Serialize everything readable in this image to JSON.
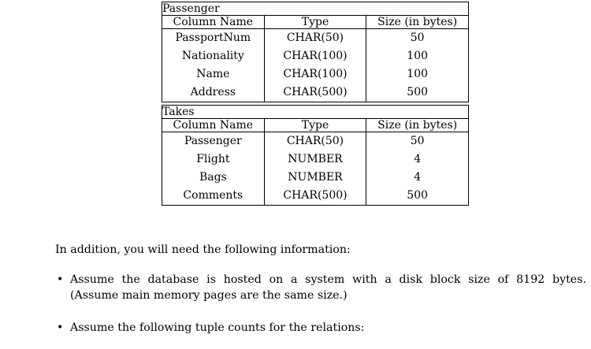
{
  "document": {
    "tables": [
      {
        "name": "Passenger",
        "headers": [
          "Column Name",
          "Type",
          "Size (in bytes)"
        ],
        "rows": [
          [
            "PassportNum",
            "CHAR(50)",
            "50"
          ],
          [
            "Nationality",
            "CHAR(100)",
            "100"
          ],
          [
            "Name",
            "CHAR(100)",
            "100"
          ],
          [
            "Address",
            "CHAR(500)",
            "500"
          ]
        ]
      },
      {
        "name": "Takes",
        "headers": [
          "Column Name",
          "Type",
          "Size (in bytes)"
        ],
        "rows": [
          [
            "Passenger",
            "CHAR(50)",
            "50"
          ],
          [
            "Flight",
            "NUMBER",
            "4"
          ],
          [
            "Bags",
            "NUMBER",
            "4"
          ],
          [
            "Comments",
            "CHAR(500)",
            "500"
          ]
        ]
      }
    ],
    "intro_line": "In addition, you will need the following information:",
    "bullets": [
      {
        "marker": "•",
        "line1": "Assume the database is hosted on a system with a disk block size of 8192 bytes.",
        "line2": "(Assume main memory pages are the same size.)"
      },
      {
        "marker": "•",
        "line1": "Assume the following tuple counts for the relations:",
        "line2": ""
      }
    ]
  },
  "t0": {
    "name": "Passenger",
    "h0": "Column Name",
    "h1": "Type",
    "h2": "Size (in bytes)",
    "names": "PassportNum\nNationality\nName\nAddress",
    "n0": "PassportNum",
    "n1": "Nationality",
    "n2": "Name",
    "n3": "Address",
    "y0": "CHAR(50)",
    "y1": "CHAR(100)",
    "y2": "CHAR(100)",
    "y3": "CHAR(500)",
    "s0": "50",
    "s1": "100",
    "s2": "100",
    "s3": "500"
  },
  "t1": {
    "name": "Takes",
    "h0": "Column Name",
    "h1": "Type",
    "h2": "Size (in bytes)",
    "n0": "Passenger",
    "n1": "Flight",
    "n2": "Bags",
    "n3": "Comments",
    "y0": "CHAR(50)",
    "y1": "NUMBER",
    "y2": "NUMBER",
    "y3": "CHAR(500)",
    "s0": "50",
    "s1": "4",
    "s2": "4",
    "s3": "500"
  },
  "text": {
    "intro": "In addition, you will need the following information:",
    "b1_marker": "•",
    "b1_line1": "Assume the database is hosted on a system with a disk block size of 8192 bytes.",
    "b1_line2": "(Assume main memory pages are the same size.)",
    "b2_marker": "•",
    "b2_line1": "Assume the following tuple counts for the relations:"
  }
}
